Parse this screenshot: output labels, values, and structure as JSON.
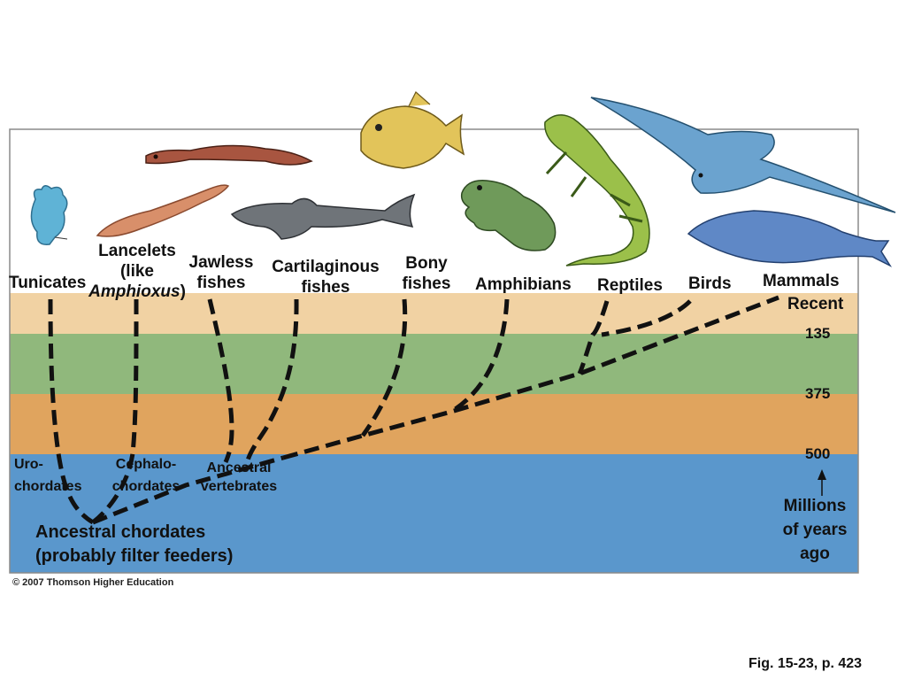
{
  "colors": {
    "band_recent": "#f1d2a3",
    "band_135": "#90b87c",
    "band_375": "#e0a45e",
    "band_500": "#5a97cc",
    "branch": "#111111"
  },
  "groups": {
    "tunicates": "Tunicates",
    "lancelets": [
      "Lancelets",
      "(like"
    ],
    "amphioxus": "Amphioxus",
    "amphioxus_close": ")",
    "jawless": [
      "Jawless",
      "fishes"
    ],
    "cartilaginous": [
      "Cartilaginous",
      "fishes"
    ],
    "bony": [
      "Bony",
      "fishes"
    ],
    "amphibians": "Amphibians",
    "reptiles": "Reptiles",
    "birds": "Birds",
    "mammals": "Mammals"
  },
  "time_scale": {
    "recent": "Recent",
    "t135": "135",
    "t375": "375",
    "t500": "500",
    "units": [
      "Millions",
      "of years",
      "ago"
    ]
  },
  "nodes": {
    "urochordates": [
      "Uro-",
      "chordates"
    ],
    "cephalochordates": [
      "Cephalo-",
      "chordates"
    ],
    "ancestral_vertebrates": [
      "Ancestral",
      "vertebrates"
    ],
    "ancestral_chordates": [
      "Ancestral chordates",
      "(probably filter feeders)"
    ]
  },
  "credits": {
    "copyright": "© 2007 Thomson Higher Education",
    "figure": "Fig. 15-23, p. 423"
  },
  "icons": [
    "tunicate-icon",
    "lancelet-icon",
    "lamprey-icon",
    "shark-icon",
    "bony-fish-icon",
    "frog-icon",
    "lizard-icon",
    "albatross-icon",
    "whale-icon"
  ]
}
